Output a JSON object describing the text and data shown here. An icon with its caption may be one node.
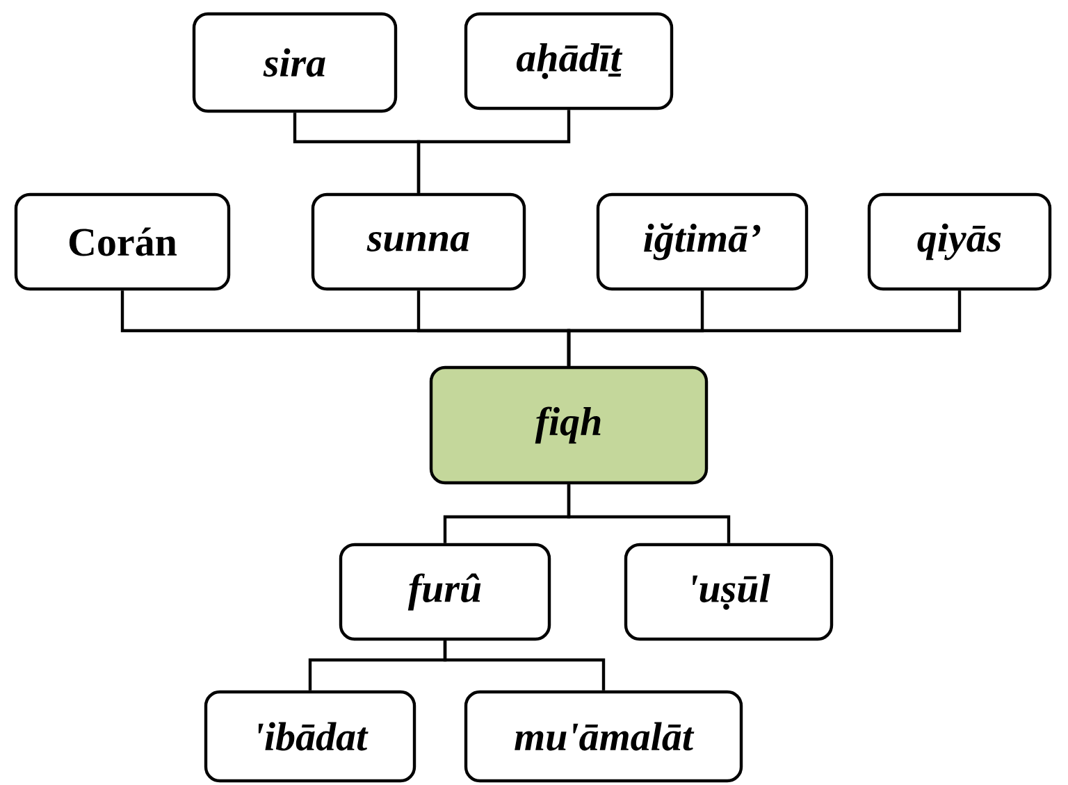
{
  "diagram": {
    "nodes": [
      {
        "text": [
          "sira"
        ]
      },
      {
        "text": [
          "aḥādīṯ"
        ]
      },
      {
        "text": [
          "Corán"
        ]
      },
      {
        "text": [
          "sunna"
        ]
      },
      {
        "text": [
          "iğtimā’"
        ]
      },
      {
        "text": [
          "qiyās"
        ]
      },
      {
        "text": [
          "fiqh"
        ]
      },
      {
        "text": [
          "furû"
        ]
      },
      {
        "text": [
          "'uṣūl"
        ]
      },
      {
        "text": [
          "'ibādat"
        ]
      },
      {
        "text": [
          "mu'āmalāt"
        ]
      }
    ],
    "edges": [
      {
        "from": 0,
        "to": 3,
        "arrow": "none"
      },
      {
        "from": 1,
        "to": 3,
        "arrow": "none"
      },
      {
        "from": 2,
        "to": 6,
        "arrow": "none"
      },
      {
        "from": 3,
        "to": 6,
        "arrow": "none"
      },
      {
        "from": 4,
        "to": 6,
        "arrow": "none"
      },
      {
        "from": 5,
        "to": 6,
        "arrow": "none"
      },
      {
        "from": 6,
        "to": 7,
        "arrow": "none"
      },
      {
        "from": 6,
        "to": 8,
        "arrow": "none"
      },
      {
        "from": 7,
        "to": 9,
        "arrow": "none"
      },
      {
        "from": 7,
        "to": 10,
        "arrow": "none"
      }
    ]
  }
}
